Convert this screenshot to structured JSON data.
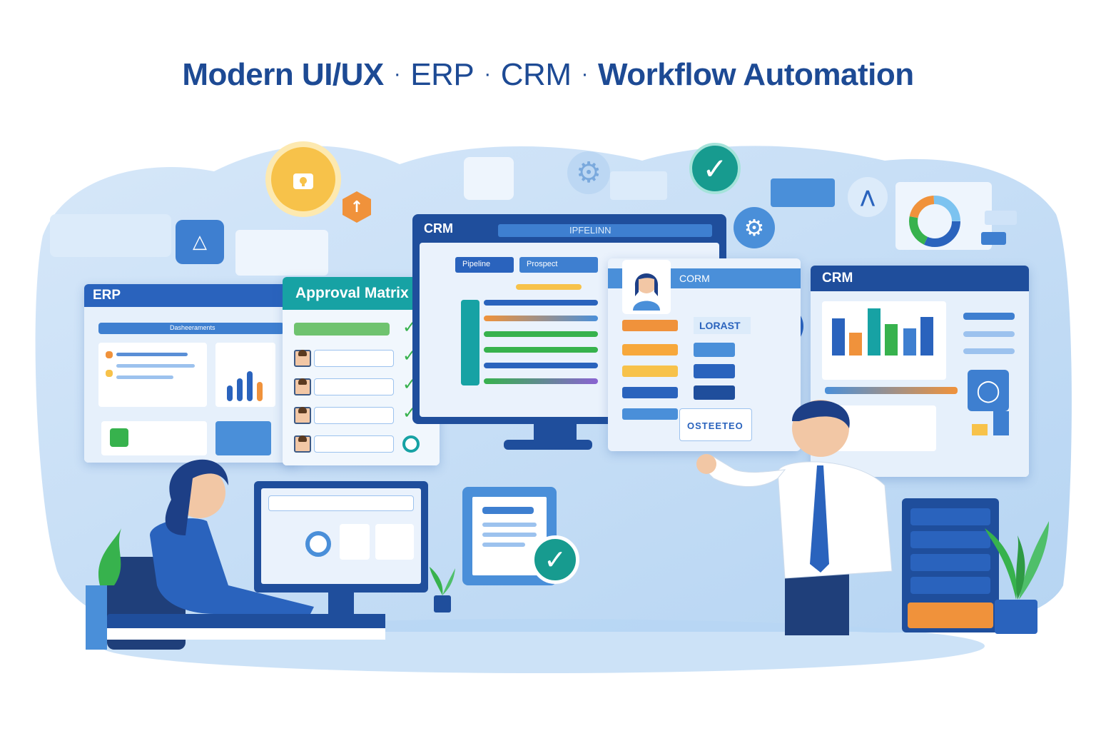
{
  "headline": {
    "part1": "Modern UI/UX",
    "part2": "ERP",
    "part3": "CRM",
    "part4": "Workflow Automation",
    "separator": "·"
  },
  "panels": {
    "erp": {
      "title": "ERP",
      "subtitle": "Dasheeraments"
    },
    "approval": {
      "title": "Approval Matrix"
    },
    "crm_monitor": {
      "title": "CRM",
      "subtitle": "IPFELINN",
      "col1": "Pipeline",
      "col2": "Prospect"
    },
    "crm_profile": {
      "title": "CORM",
      "label": "LORAST",
      "code": "OSTEETEO"
    },
    "crm_right": {
      "title": "CRM"
    }
  },
  "icons": {
    "check": "✓",
    "lock": "lock-icon",
    "gear": "gear-icon",
    "chat": "chat-icon"
  },
  "colors": {
    "brand": "#1d4a94",
    "accent": "#2a63bd",
    "teal": "#17a2a4",
    "green": "#37b24d",
    "orange": "#f0923b",
    "yellow": "#f7c24a"
  }
}
